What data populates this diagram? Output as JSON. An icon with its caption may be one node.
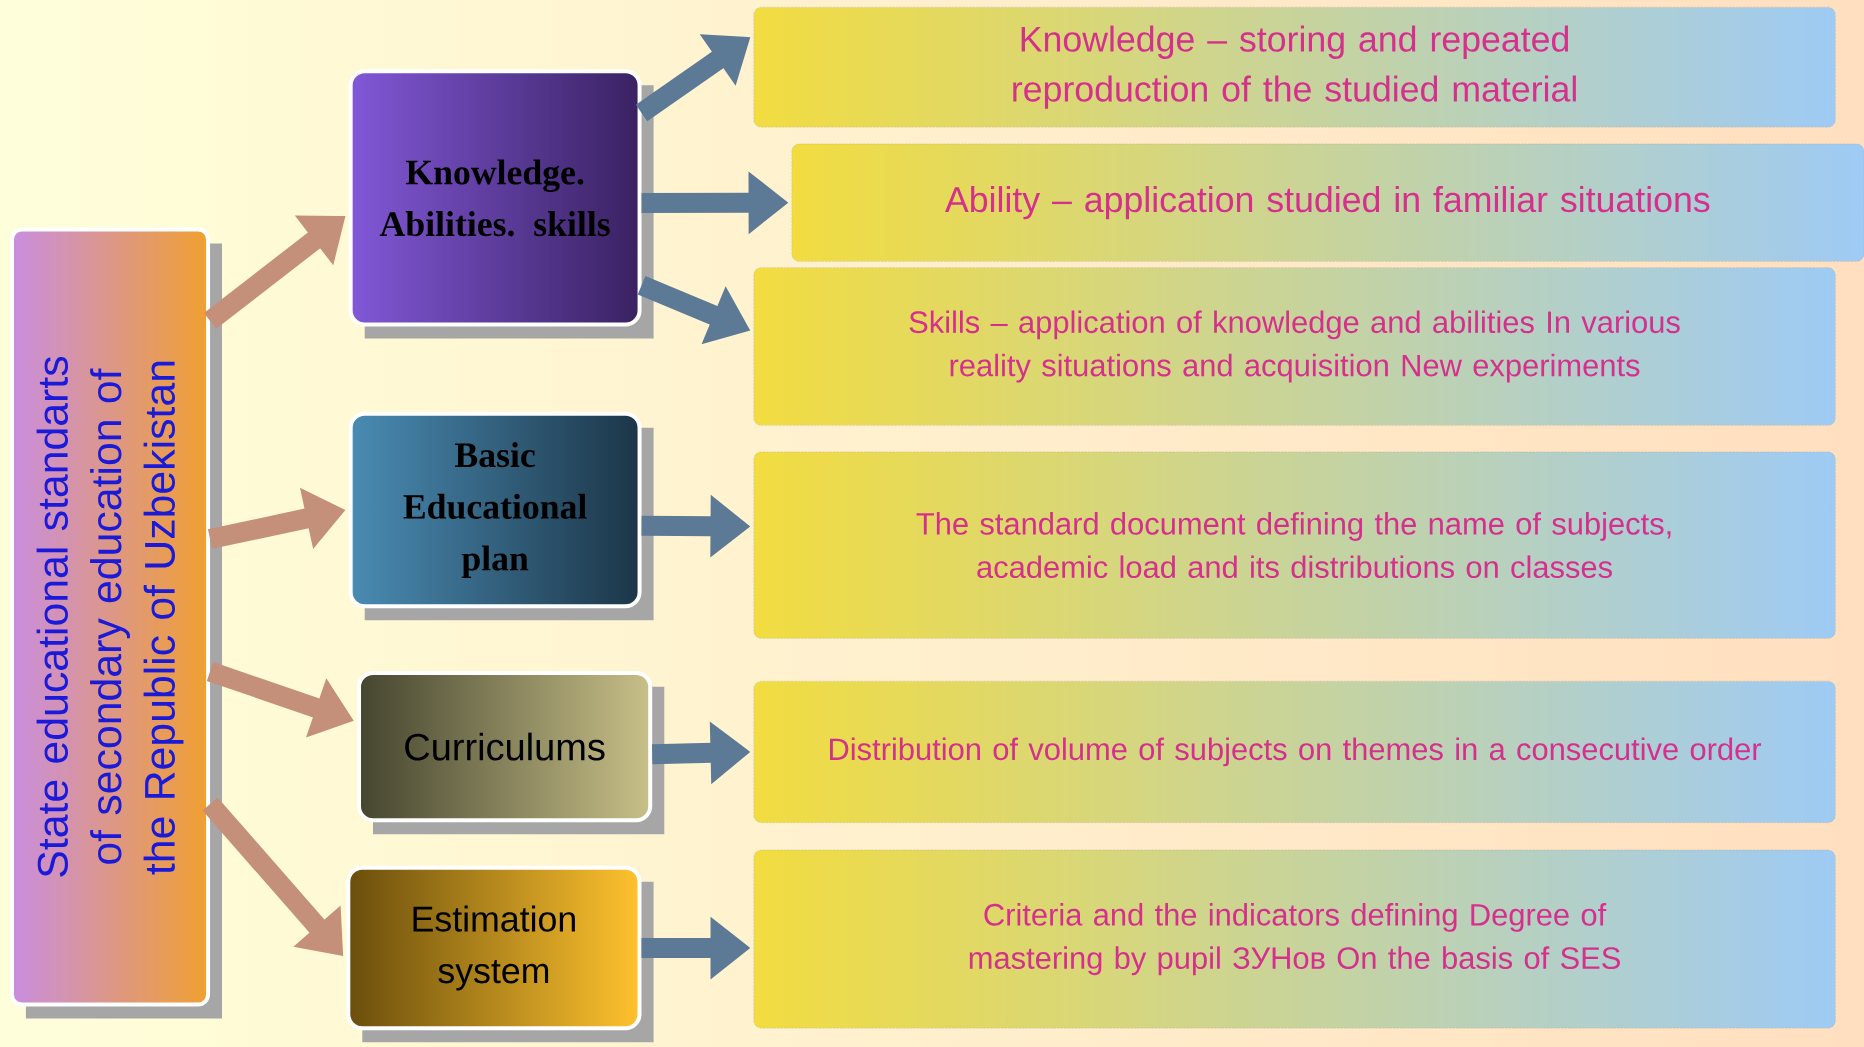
{
  "diagram": {
    "nodes": [
      {
        "text": [
          "State educational standarts of  secondary education of the Republic of Uzbekistan"
        ]
      },
      {
        "text": [
          "Knowledge. Abilities. skills"
        ]
      },
      {
        "text": [
          "Basic Educational plan"
        ]
      },
      {
        "text": [
          "Curriculums"
        ]
      },
      {
        "text": [
          "Estimation system"
        ]
      },
      {
        "text": [
          "Knowledge – storing and repeated reproduction of the studied material"
        ]
      },
      {
        "text": [
          "Ability – application studied in familiar situations"
        ]
      },
      {
        "text": [
          "Skills – application of knowledge and abilities In various reality situations and acquisition New experiments"
        ]
      },
      {
        "text": [
          "The standard document defining the name of subjects, academic load and its distributions on classes"
        ]
      },
      {
        "text": [
          "Distribution of volume of subjects on themes in a consecutive order"
        ]
      },
      {
        "text": [
          "Criteria and the indicators defining Degree of mastering by pupil ЗУНов On the basis of SES"
        ]
      }
    ],
    "edges": [
      {
        "from": 0,
        "to": 1,
        "arrow": "to",
        "color": "#c4907a"
      },
      {
        "from": 0,
        "to": 2,
        "arrow": "to",
        "color": "#c4907a"
      },
      {
        "from": 0,
        "to": 3,
        "arrow": "to",
        "color": "#c4907a"
      },
      {
        "from": 0,
        "to": 4,
        "arrow": "to",
        "color": "#c4907a"
      },
      {
        "from": 1,
        "to": 5,
        "arrow": "to"
      },
      {
        "from": 1,
        "to": 6,
        "arrow": "to"
      },
      {
        "from": 1,
        "to": 7,
        "arrow": "to"
      },
      {
        "from": 2,
        "to": 8,
        "arrow": "to"
      },
      {
        "from": 3,
        "to": 9,
        "arrow": "to"
      },
      {
        "from": 4,
        "to": 10,
        "arrow": "to"
      }
    ]
  }
}
